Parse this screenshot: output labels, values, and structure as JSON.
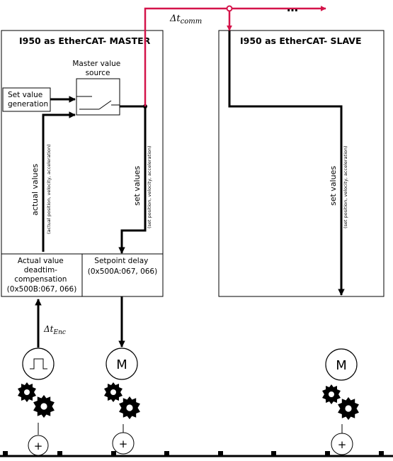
{
  "master": {
    "title": "I950 as EtherCAT- MASTER",
    "master_value_source": [
      "Master value",
      "source"
    ],
    "set_value_generation": [
      "Set value",
      "generation"
    ],
    "actual_values": "actual  values",
    "actual_values_detail": "(actual position, velocity, acceleration)",
    "set_values": "set  values",
    "set_values_detail": "(set position, velocity, acceleration)",
    "actual_value_compensation": [
      "Actual value",
      "deadtim-",
      "compensation",
      "(0x500B:067, 066)"
    ],
    "setpoint_delay": [
      "Setpoint delay",
      "(0x500A:067, 066)"
    ]
  },
  "slave": {
    "title": "I950 as EtherCAT- SLAVE",
    "set_values": "set  values",
    "set_values_detail": "(set position, velocity, acceleration)"
  },
  "comm": {
    "delta_t_comm": "Δt",
    "delta_t_comm_sub": "comm",
    "ellipsis": "…"
  },
  "encoder": {
    "delta_t_enc": "Δt",
    "delta_t_enc_sub": "Enc"
  },
  "motor_label": "M",
  "plus_sign": "+",
  "colors": {
    "accent": "#d4144a",
    "line": "#000000"
  }
}
